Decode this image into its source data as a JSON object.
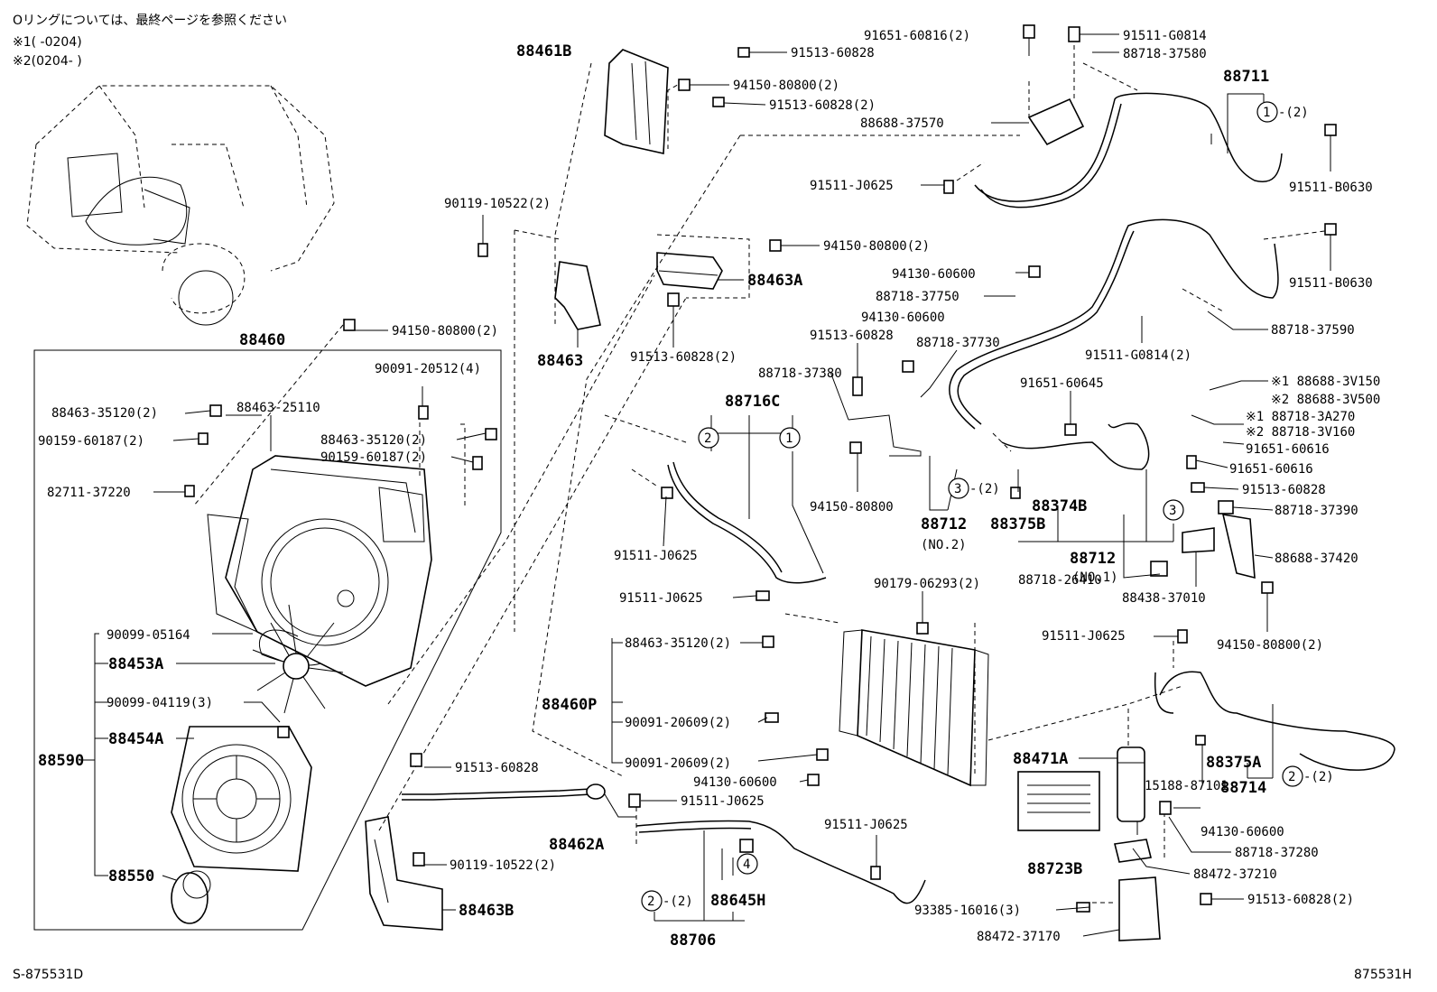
{
  "notes": {
    "oring": "Oリングについては、最終ページを参照ください",
    "ref1": "※1(      -0204)",
    "ref2": "※2(0204-      )"
  },
  "footer": {
    "left_code": "S-875531D",
    "right_code": "875531H"
  },
  "groups": {
    "g88460": "88460",
    "g88590": "88590",
    "g88716C": "88716C",
    "g88711": "88711",
    "g88712_no2": "88712",
    "g88712_no2_sub": "(NO.2)",
    "g88712_no1": "88712",
    "g88712_no1_sub": "(NO.1)",
    "g88714": "88714",
    "g88706": "88706",
    "g88460P": "88460P"
  },
  "major_parts": {
    "p88461B": "88461B",
    "p88463A": "88463A",
    "p88463": "88463",
    "p88453A": "88453A",
    "p88454A": "88454A",
    "p88550": "88550",
    "p88462A": "88462A",
    "p88463B": "88463B",
    "p88645H": "88645H",
    "p88471A": "88471A",
    "p88723B": "88723B",
    "p88374B": "88374B",
    "p88375B": "88375B",
    "p88375A": "88375A"
  },
  "labels": {
    "l01": "91513-60828",
    "l02": "94150-80800(2)",
    "l03": "91513-60828(2)",
    "l04": "91651-60816(2)",
    "l05": "91511-G0814",
    "l06": "88718-37580",
    "l07": "88688-37570",
    "l08": "91511-J0625",
    "l09": "91511-B0630",
    "l10": "90119-10522(2)",
    "l11": "94150-80800(2)",
    "l12": "91511-B0630",
    "l13": "94130-60600",
    "l14": "88718-37750",
    "l15": "94130-60600",
    "l16": "88718-37590",
    "l17": "94150-80800(2)",
    "l18": "91513-60828(2)",
    "l19": "91513-60828",
    "l20": "88718-37730",
    "l21": "91511-G0814(2)",
    "l22": "88718-37380",
    "l23": "90091-20512(4)",
    "l24": "88463-35120(2)",
    "l25": "88463-25110",
    "l26": "90159-60187(2)",
    "l27": "88463-35120(2)",
    "l28": "90159-60187(2)",
    "l29": "82711-37220",
    "l30": "91651-60645",
    "l31": "※1 88688-3V150",
    "l32": "※2 88688-3V500",
    "l33": "※1 88718-3A270",
    "l34": "※2 88718-3V160",
    "l35": "91651-60616",
    "l36": "91651-60616",
    "l37": "91513-60828",
    "l38": "88718-37390",
    "l39": "94150-80800",
    "l40": "91511-J0625",
    "l41": "88688-37420",
    "l42": "88718-26410",
    "l43": "88438-37010",
    "l44": "90179-06293(2)",
    "l45": "91511-J0625",
    "l46": "94150-80800(2)",
    "l47": "91511-J0625",
    "l48": "90099-05164",
    "l49": "88463-35120(2)",
    "l50": "90099-04119(3)",
    "l51": "90091-20609(2)",
    "l52": "90091-20609(2)",
    "l53": "94130-60600",
    "l54": "91513-60828",
    "l55": "91511-J0625",
    "l56": "15188-87101",
    "l57": "94130-60600",
    "l58": "91511-J0625",
    "l59": "88718-37280",
    "l60": "88472-37210",
    "l61": "90119-10522(2)",
    "l62": "91513-60828(2)",
    "l63": "93385-16016(3)",
    "l64": "88472-37170"
  },
  "refs": {
    "c1": "1",
    "c1_qty": "-(2)",
    "c2": "2",
    "c2_qty": "-(2)",
    "c3": "3",
    "c3_qty": "-(2)",
    "c4": "4",
    "c716_2": "2",
    "c716_1": "1",
    "c712_3": "3",
    "c714_2": "2",
    "c714_2_qty": "-(2)",
    "c706_2": "2",
    "c706_2_qty": "-(2)",
    "c706_4": "4"
  }
}
